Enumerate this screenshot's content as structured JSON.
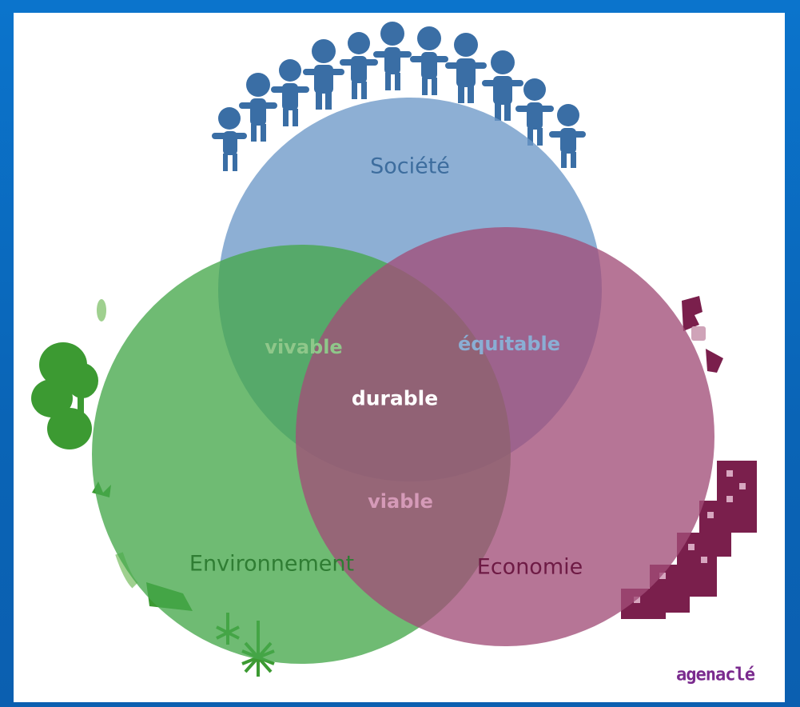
{
  "diagram": {
    "type": "venn",
    "circles": [
      {
        "name": "societe",
        "label": "Société",
        "color": "#6d98c8"
      },
      {
        "name": "environnement",
        "label": "Environnement",
        "color": "#46a84c"
      },
      {
        "name": "economie",
        "label": "Economie",
        "color": "#a24e79"
      }
    ],
    "intersections": {
      "societe_environnement": "vivable",
      "societe_economie": "équitable",
      "environnement_economie": "viable",
      "center": "durable"
    },
    "logo_text": "agenaclé"
  },
  "colors": {
    "frame": "#0a6ec6",
    "background": "#ffffff",
    "people": "#3a6ea5",
    "trees": "#3c9a32",
    "buildings": "#7a1f4c"
  }
}
